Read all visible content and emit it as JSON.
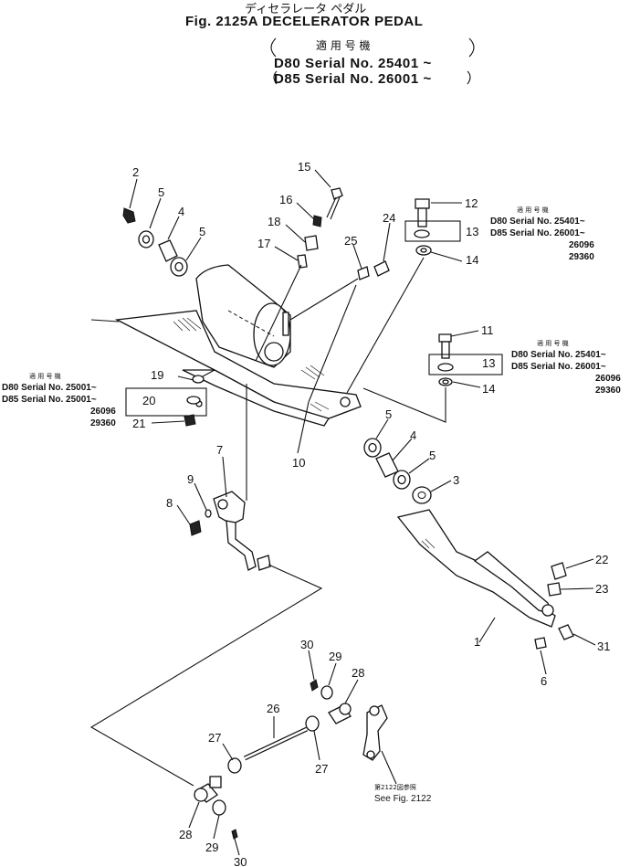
{
  "header": {
    "japanese_title": "ディセラレータ ペダル",
    "title": "Fig. 2125A DECELERATOR PEDAL",
    "applicable_jp": "適 用 号 機",
    "serial_d80": "D80 Serial No. 25401 ~",
    "serial_d85": "D85 Serial No. 26001 ~"
  },
  "notes": {
    "right_upper": {
      "applicable_jp": "適 用 号 機",
      "line1": "D80 Serial No. 25401~",
      "line2": "D85 Serial No. 26001~",
      "line3": "26096",
      "line4": "29360"
    },
    "right_middle": {
      "applicable_jp": "適 用 号 機",
      "line1": "D80 Serial No. 25401~",
      "line2": "D85 Serial No. 26001~",
      "line3": "26096",
      "line4": "29360"
    },
    "left": {
      "applicable_jp": "適 用 号 機",
      "line1": "D80 Serial No. 25001~",
      "line2": "D85 Serial No. 25001~",
      "line3": "26096",
      "line4": "29360"
    },
    "see_fig_jp": "第2122図参照",
    "see_fig": "See Fig. 2122"
  },
  "callouts": {
    "c1": "1",
    "c2": "2",
    "c3": "3",
    "c4a": "4",
    "c4b": "4",
    "c5a": "5",
    "c5b": "5",
    "c5c": "5",
    "c5d": "5",
    "c6": "6",
    "c7": "7",
    "c8": "8",
    "c9": "9",
    "c10": "10",
    "c11": "11",
    "c12": "12",
    "c13a": "13",
    "c13b": "13",
    "c14a": "14",
    "c14b": "14",
    "c15": "15",
    "c16": "16",
    "c17": "17",
    "c18": "18",
    "c19": "19",
    "c20": "20",
    "c21": "21",
    "c22": "22",
    "c23": "23",
    "c24": "24",
    "c25": "25",
    "c26": "26",
    "c27a": "27",
    "c27b": "27",
    "c28a": "28",
    "c28b": "28",
    "c29a": "29",
    "c29b": "29",
    "c30a": "30",
    "c30b": "30",
    "c31": "31"
  }
}
